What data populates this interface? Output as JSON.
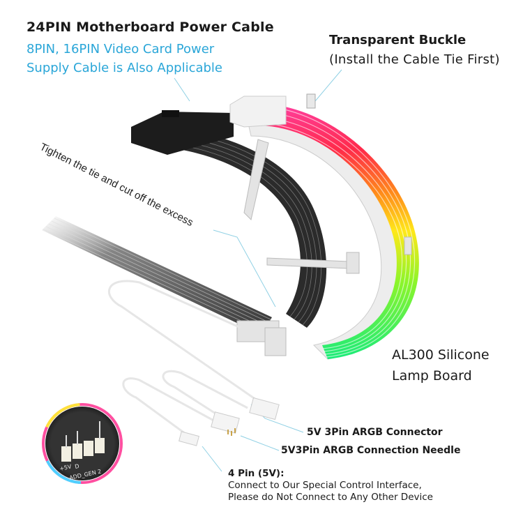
{
  "labels": {
    "main_cable": "24PIN Motherboard Power Cable",
    "applicable_line1": "8PIN, 16PIN Video Card Power",
    "applicable_line2": "Supply Cable is Also Applicable",
    "buckle_line1": "Transparent Buckle",
    "buckle_line2": "(Install the Cable Tie First)",
    "tighten": "Tighten the tie and cut off the excess",
    "lamp_line1": "AL300 Silicone",
    "lamp_line2": "Lamp Board",
    "argb_connector": "5V 3Pin ARGB Connector",
    "argb_needle": "5V3Pin ARGB Connection Needle",
    "fourpin_head": "4 Pin (5V):",
    "fourpin_line1": "Connect to Our Special Control Interface,",
    "fourpin_line2": "Please do Not Connect to Any Other Device"
  },
  "inset": {
    "silk_5v": "+5V",
    "silk_d": "D",
    "silk_header": "ADD_GEN 2"
  },
  "colors": {
    "accent_text": "#2aa6d8",
    "leader_line": "#8fd0e4",
    "cable_black": "#2b2b2b",
    "board_white": "#ededed"
  }
}
